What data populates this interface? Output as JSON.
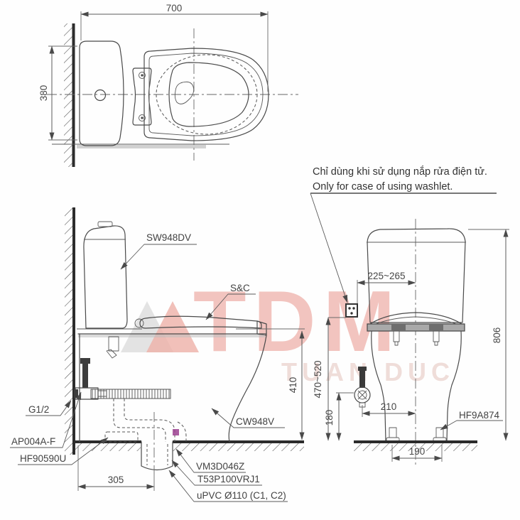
{
  "note": {
    "vi": "Chỉ dùng khi sử dụng nắp rửa điện tử.",
    "en": "Only for case of using washlet."
  },
  "top_view": {
    "dim_width": "700",
    "dim_depth": "380"
  },
  "side_view": {
    "label_tank": "SW948DV",
    "label_seat": "S&C",
    "label_bowl": "CW948V",
    "label_valve": "G1/2",
    "label_hose": "AP004A-F",
    "label_flange": "HF90590U",
    "label_socket": "VM3D046Z",
    "label_pipe": "T53P100VRJ1",
    "label_upvc": "uPVC Ø110 (C1, C2)",
    "dim_seat_height": "410",
    "dim_drain_offset": "305"
  },
  "front_view": {
    "label_bolt_cap": "HF9A874",
    "dim_outlet_offset": "225~265",
    "dim_total_height": "806",
    "dim_outlet_height": "470~520",
    "dim_valve_height": "180",
    "dim_valve_offset": "210",
    "dim_bolt_spacing": "190"
  },
  "watermark": {
    "brand": "TDM",
    "company": "TUAN DUC",
    "color_brand": "#e9968c",
    "color_company": "#eedad6"
  },
  "colors": {
    "line": "#4a4a4a",
    "wall": "#2c2c2c",
    "shadow": "#c6c6c6",
    "marker_accent": "#9b3f8f"
  }
}
